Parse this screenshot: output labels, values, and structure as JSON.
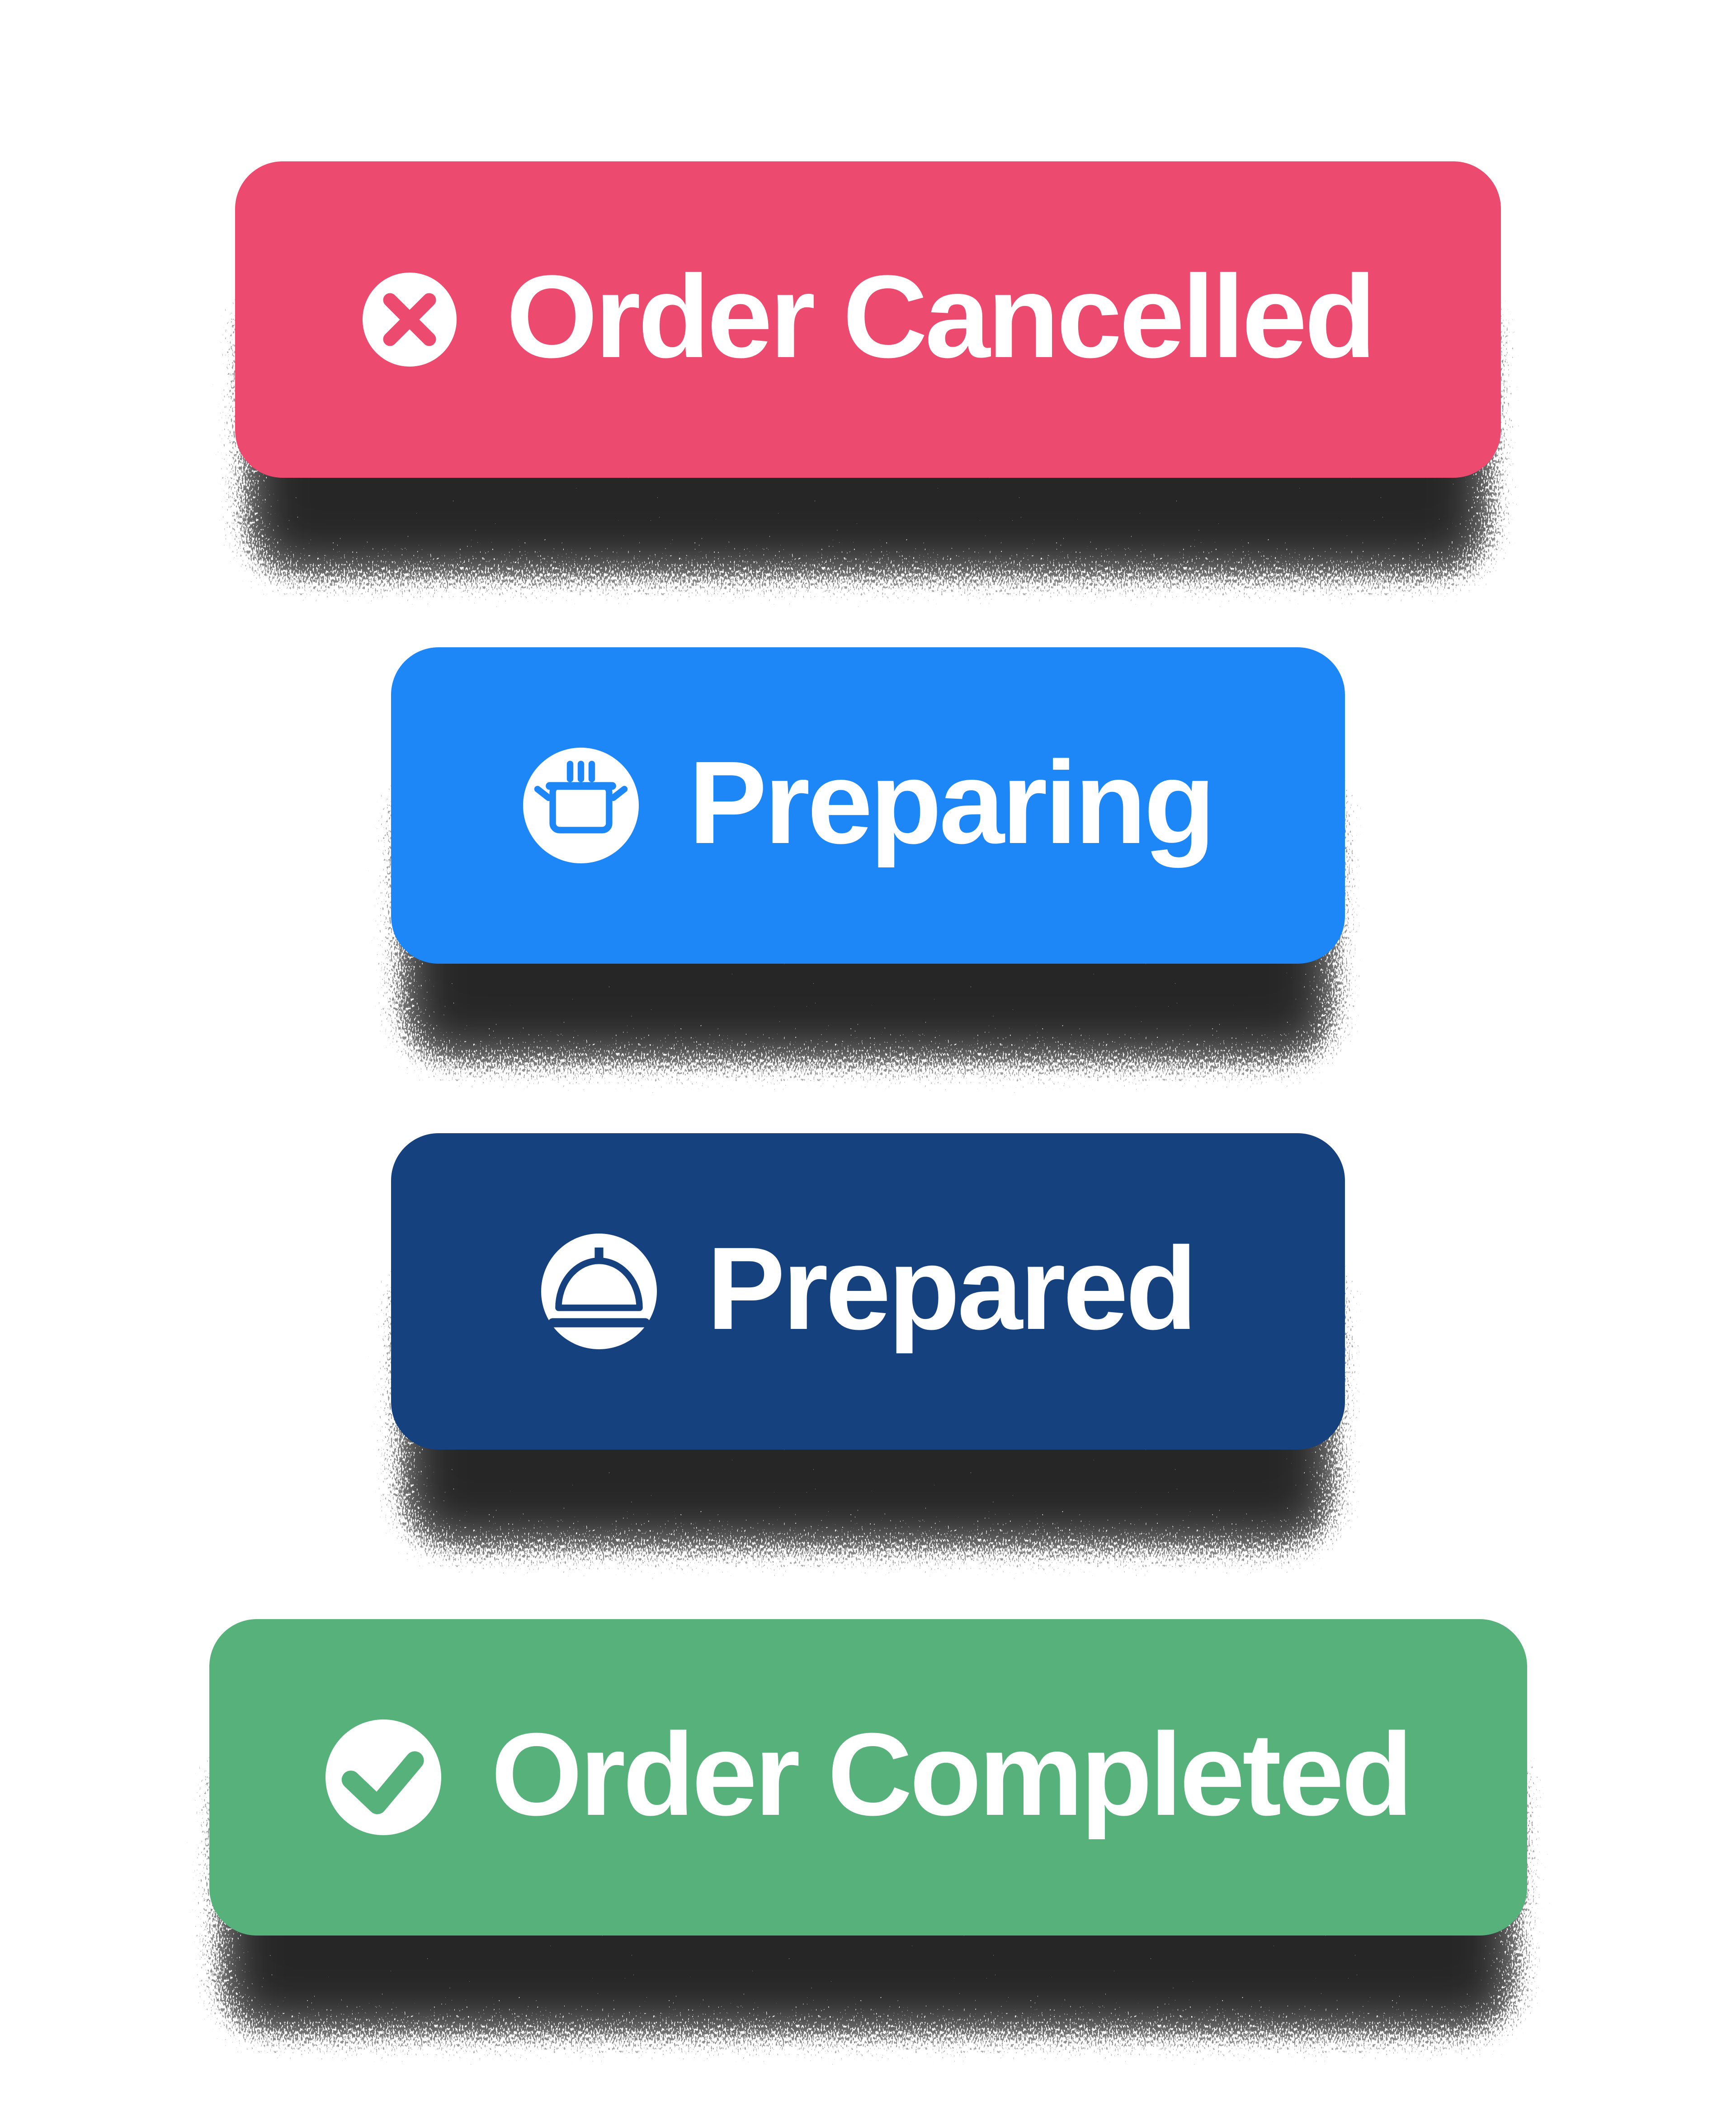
{
  "page": {
    "background_color": "#ffffff",
    "text_color": "#ffffff",
    "shadow_color": "#000000"
  },
  "status_buttons": [
    {
      "label": "Order Cancelled",
      "icon": "x-circle-icon",
      "color": "#EC4A6E"
    },
    {
      "label": "Preparing",
      "icon": "cooking-pot-icon",
      "color": "#1E87F7"
    },
    {
      "label": "Prepared",
      "icon": "cloche-icon",
      "color": "#16417F"
    },
    {
      "label": "Order Completed",
      "icon": "check-circle-icon",
      "color": "#56B27A"
    }
  ]
}
